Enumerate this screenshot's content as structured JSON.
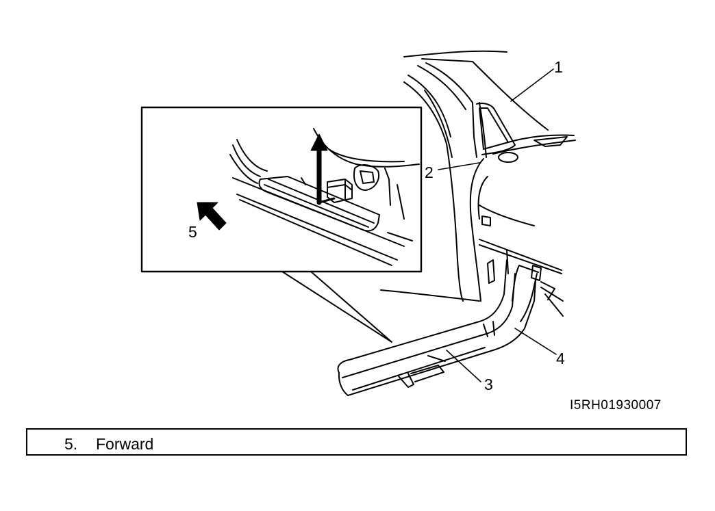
{
  "callouts": {
    "c1": "1",
    "c2": "2",
    "c3": "3",
    "c4": "4",
    "c5": "5"
  },
  "figure_code": "I5RH01930007",
  "legend": {
    "number": "5.",
    "text": "Forward"
  }
}
